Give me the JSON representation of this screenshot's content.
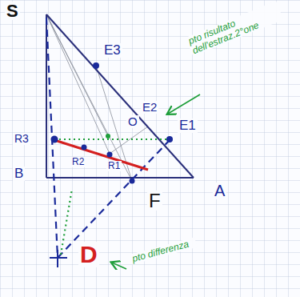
{
  "diagram": {
    "labels": [
      "S",
      "E3",
      "E2",
      "E1",
      "O",
      "R3",
      "R2",
      "R1",
      "B",
      "A",
      "F",
      "D",
      "pto risultato dell'estraz.2°one",
      "pto differenza"
    ]
  }
}
